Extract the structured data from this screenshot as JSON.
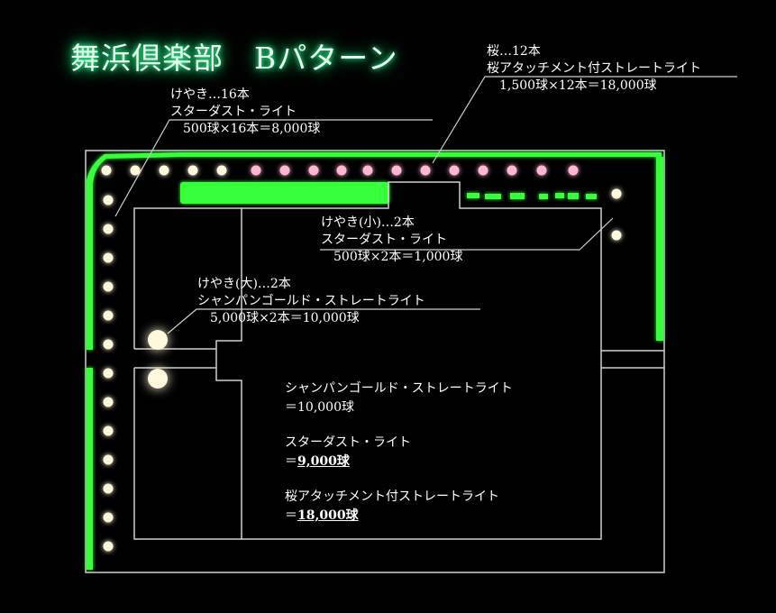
{
  "title": "舞浜倶楽部　Bパターン",
  "notes": {
    "sakura": [
      "桜…12本",
      "桜アタッチメント付ストレートライト",
      "1,500球×12本＝18,000球"
    ],
    "keyaki": [
      "けやき…16本",
      "スターダスト・ライト",
      "500球×16本＝8,000球"
    ],
    "keyaki_small": [
      "けやき(小)…2本",
      "スターダスト・ライト",
      "500球×2本＝1,000球"
    ],
    "keyaki_large": [
      "けやき(大)…2本",
      "シャンパンゴールド・ストレートライト",
      "5,000球×2本＝10,000球"
    ]
  },
  "summary": {
    "champagne_label": "シャンパンゴールド・ストレートライト",
    "champagne_value": "＝10,000球",
    "stardust_label": "スターダスト・ライト",
    "stardust_prefix": "＝",
    "stardust_value": "9,000球",
    "sakura_label": "桜アタッチメント付ストレートライト",
    "sakura_prefix": "＝",
    "sakura_value": "18,000球"
  },
  "colors": {
    "hedge": "#39ff3a",
    "warm_light": "#fff8dc",
    "sakura_light": "#ffb6d2",
    "title_glow": "#33ff99",
    "line": "#cfcfcf"
  }
}
